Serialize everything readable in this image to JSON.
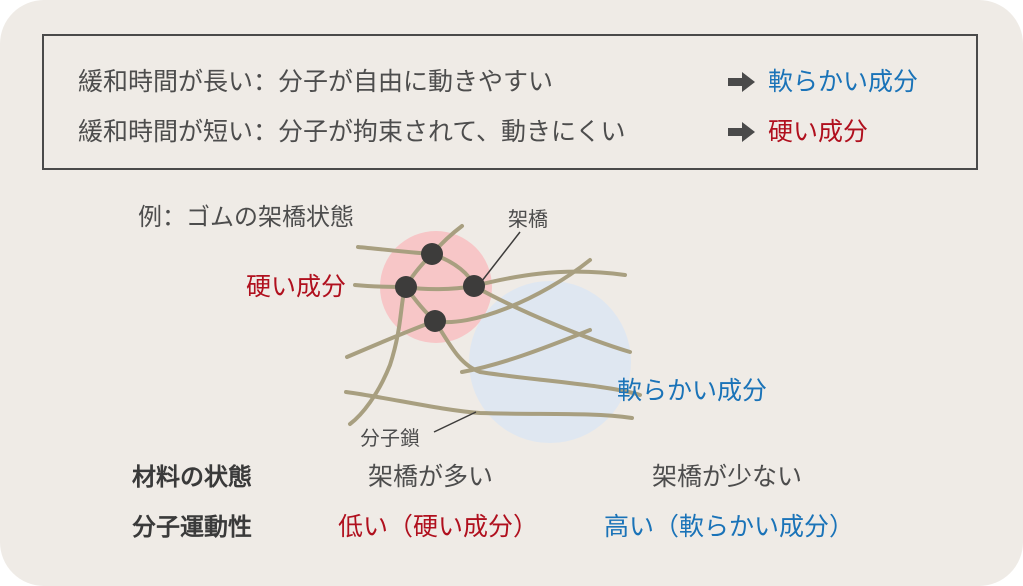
{
  "info_box": {
    "line1_prefix": "緩和時間が長い：分子が自由に動きやすい",
    "line1_result": "軟らかい成分",
    "line2_prefix": "緩和時間が短い：分子が拘束されて、動きにくい",
    "line2_result": "硬い成分"
  },
  "diagram": {
    "title": "例：ゴムの架橋状態",
    "crosslink_label": "架橋",
    "chain_label": "分子鎖",
    "hard_label": "硬い成分",
    "soft_label": "軟らかい成分"
  },
  "table": {
    "row1_header": "材料の状態",
    "row1_col1": "架橋が多い",
    "row1_col2": "架橋が少ない",
    "row2_header": "分子運動性",
    "row2_col1": "低い（硬い成分）",
    "row2_col2": "高い（軟らかい成分）"
  },
  "colors": {
    "soft": "#1a73b8",
    "hard": "#b0101e",
    "chain": "#a89f80",
    "hard_zone": "#f7c6c7",
    "soft_zone": "#dfe7f1",
    "node": "#3d3c3b"
  }
}
